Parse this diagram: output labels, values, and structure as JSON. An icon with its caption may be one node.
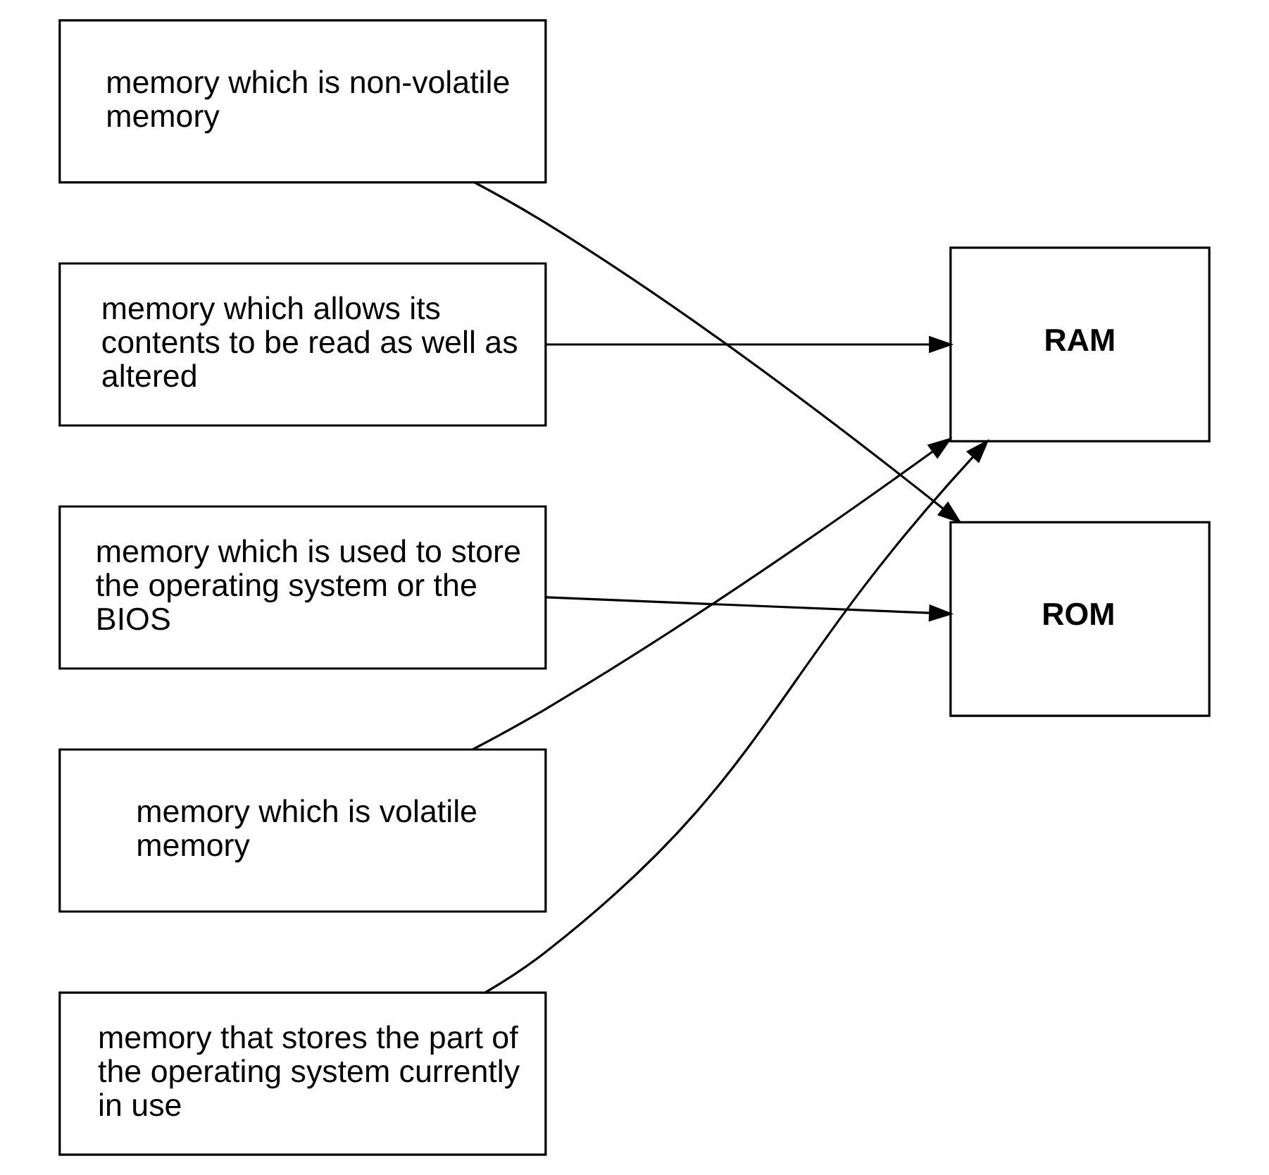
{
  "diagram": {
    "nodes": [
      {
        "text": [
          "memory which is non-volatile memory"
        ]
      },
      {
        "text": [
          "memory which allows its contents to be read as well as altered"
        ]
      },
      {
        "text": [
          "memory which is used to store the operating system or the BIOS"
        ]
      },
      {
        "text": [
          "memory which is volatile memory"
        ]
      },
      {
        "text": [
          "memory that stores the part of the operating system currently in use"
        ]
      },
      {
        "text": [
          "RAM"
        ]
      },
      {
        "text": [
          "ROM"
        ]
      }
    ],
    "edges": [
      {
        "from": 0,
        "to": 6,
        "arrow": "to"
      },
      {
        "from": 1,
        "to": 5,
        "arrow": "to"
      },
      {
        "from": 2,
        "to": 6,
        "arrow": "to"
      },
      {
        "from": 3,
        "to": 5,
        "arrow": "to"
      },
      {
        "from": 4,
        "to": 5,
        "arrow": "to"
      }
    ]
  }
}
